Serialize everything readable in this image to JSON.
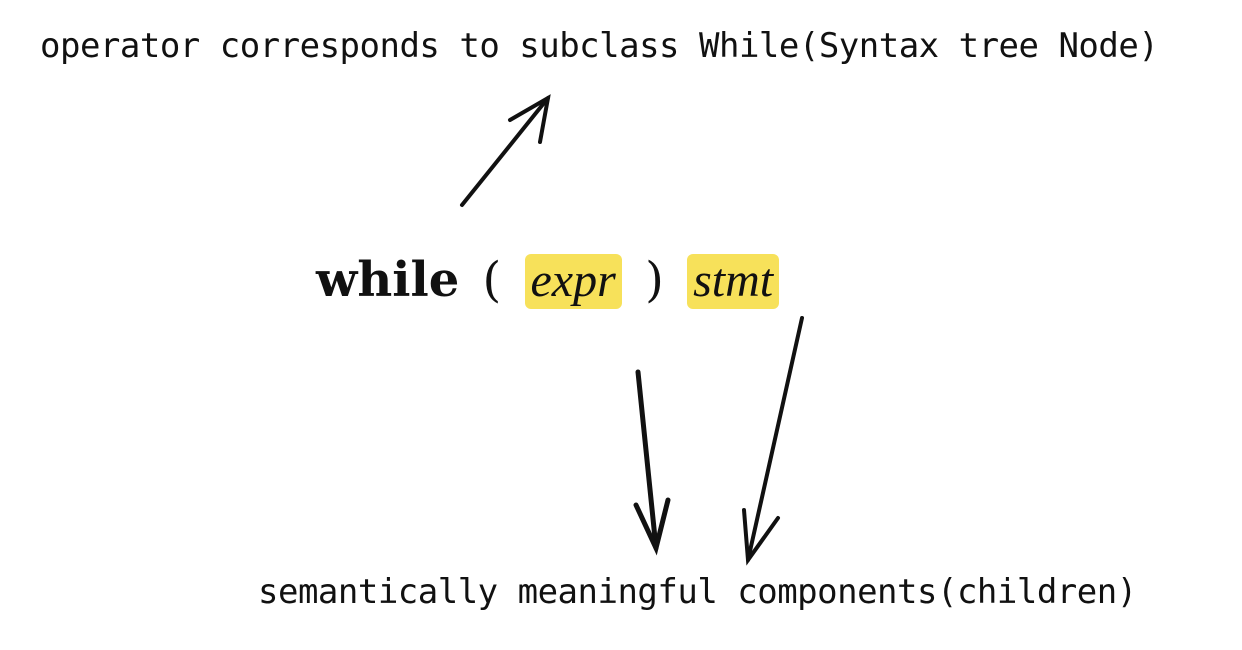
{
  "annotations": {
    "top": "operator corresponds to subclass While(Syntax tree Node)",
    "bottom": "semantically meaningful components(children)"
  },
  "code": {
    "keyword": "while",
    "open_paren": "(",
    "expr": "expr",
    "close_paren": ")",
    "stmt": "stmt"
  },
  "colors": {
    "highlight": "#f7e15a",
    "ink": "#111111"
  }
}
